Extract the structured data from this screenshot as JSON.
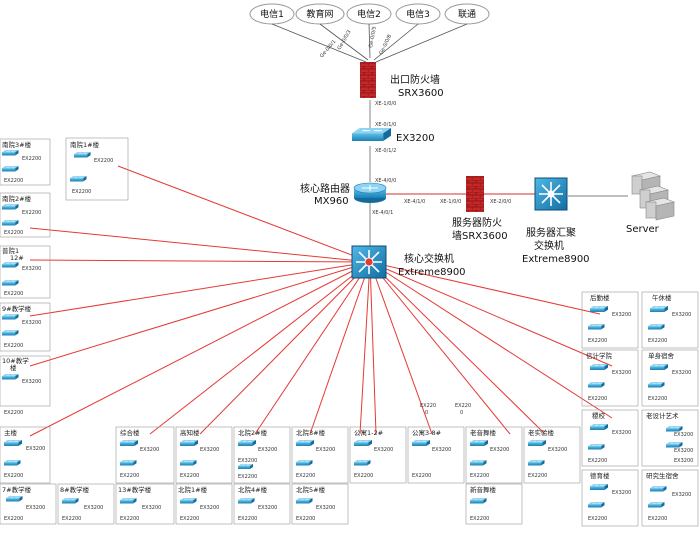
{
  "isps": [
    "电信1",
    "教育网",
    "电信2",
    "电信3",
    "联通"
  ],
  "isp_ports": [
    "Ge-0/0/1",
    "Ge-0/0/3",
    "Ge-0/0/5",
    "Ge-0/0/8"
  ],
  "nodes": {
    "firewall_out": {
      "label1": "出口防火墙",
      "label2": "SRX3600"
    },
    "ex3200": {
      "label": "EX3200"
    },
    "core_router": {
      "label1": "核心路由器",
      "label2": "MX960"
    },
    "server_fw": {
      "label1": "服务器防火",
      "label2": "墙SRX3600"
    },
    "server_sw": {
      "label1": "服务器汇聚",
      "label2": "交换机",
      "label3": "Extreme8900"
    },
    "server": {
      "label": "Server"
    },
    "core_switch": {
      "label1": "核心交换机",
      "label2": "Extreme8900"
    }
  },
  "ports": {
    "fw_bottom": "XE-1/0/0",
    "ex_top": "XE-0/1/0",
    "ex_bottom": "XE-0/1/2",
    "rt_top": "XE-4/0/0",
    "rt_right": "XE-4/1/0",
    "rt_bottom": "XE-4/0/1",
    "sfw_left": "XE-1/0/0",
    "sfw_right": "XE-2/0/0"
  },
  "models": {
    "a": "EX2200",
    "b": "EX3200"
  },
  "left_groups": {
    "nanyuan3": "南院3#楼",
    "nanyuan2": "南院2#楼",
    "nanyuan1": "南院1#楼",
    "pu12_a": "普院1",
    "pu12_b": "12#",
    "jx9": "9#教学楼",
    "jx10_a": "10#教学",
    "jx10_b": "楼"
  },
  "bottom_groups": {
    "zhu": "主楼",
    "jx7": "7#教学楼",
    "jx8": "8#教学楼",
    "zonghe": "综合楼",
    "gaozhi": "高知楼",
    "jx13": "13#教学楼",
    "beiyuan2": "北院2#楼",
    "beiyuan1": "北院1#楼",
    "beiyuan4": "北院4#楼",
    "beiyuan3": "北院3#楼",
    "beiyuan5": "北院5#楼",
    "gongyu12": "公寓1-2#",
    "gongyu38": "公寓3-8#",
    "laoyanjiu": "老音舞楼",
    "laoshiyan": "老实验楼",
    "xinyan": "新音舞楼"
  },
  "right_groups": {
    "houqin": "后勤楼",
    "wuti": "午休楼",
    "xinfu": "信计学院",
    "danshen": "单身宿舍",
    "jishi": "稷校",
    "laosheji": "老设计艺术",
    "tiyu": "德育楼",
    "yanjiusheng": "研究生宿舍"
  },
  "stray": {
    "ex2200": "EX2200",
    "ex2200b": "EX220",
    "ex2200c": "EX220",
    "zero": "0"
  }
}
